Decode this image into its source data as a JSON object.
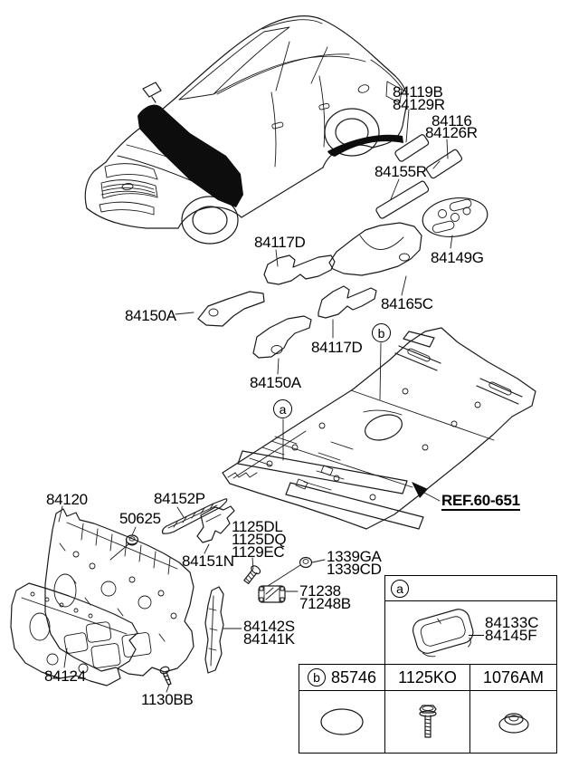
{
  "page": {
    "background": "#ffffff",
    "line_color": "#1a1a1a"
  },
  "callouts": {
    "c84119b": "84119B",
    "c84129r": "84129R",
    "c84116": "84116",
    "c84126r": "84126R",
    "c84155r": "84155R",
    "c84149g": "84149G",
    "c84117d_top": "84117D",
    "c84150a_left": "84150A",
    "c84165c": "84165C",
    "c84117d_mid": "84117D",
    "c84150a_mid": "84150A",
    "ref_floor": "REF.60-651",
    "c84120": "84120",
    "c84152p": "84152P",
    "c50625": "50625",
    "c1125dl": "1125DL",
    "c1125dq": "1125DQ",
    "c1129ec": "1129EC",
    "c84151n": "84151N",
    "c1339ga": "1339GA",
    "c1339cd": "1339CD",
    "c71238": "71238",
    "c71248b": "71248B",
    "c84142s": "84142S",
    "c84141k": "84141K",
    "c84124": "84124",
    "c1130bb": "1130BB"
  },
  "markers": {
    "a": "a",
    "b": "b"
  },
  "legend_table": {
    "section_a": {
      "marker": "a",
      "part_line1": "84133C",
      "part_line2": "84145F",
      "icon": "floor-tray-pad-icon"
    },
    "section_b": {
      "marker": "b",
      "col1": {
        "part": "85746",
        "icon": "oval-pad-icon"
      },
      "col2": {
        "part": "1125KO",
        "icon": "hex-bolt-icon"
      },
      "col3": {
        "part": "1076AM",
        "icon": "push-grommet-icon"
      }
    }
  }
}
